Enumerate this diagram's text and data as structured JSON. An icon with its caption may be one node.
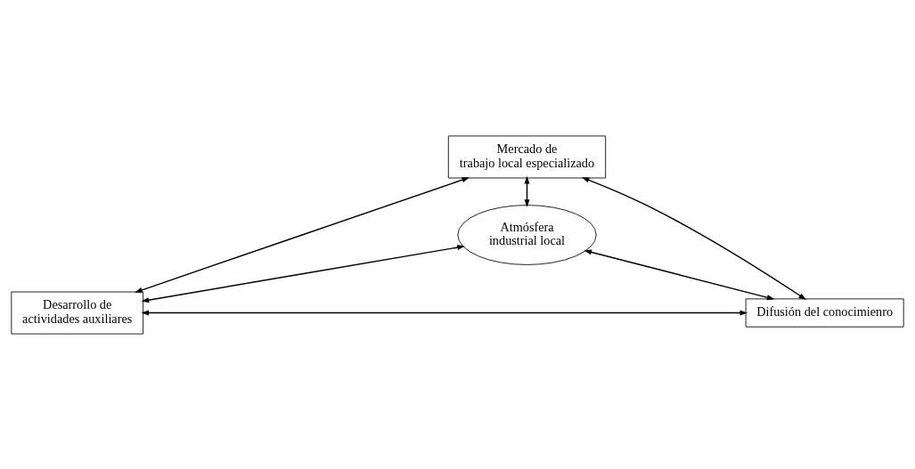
{
  "diagram": {
    "nodes": [
      {
        "text": [
          "Mercado de trabajo local especializado"
        ]
      },
      {
        "text": [
          "Atmósfera industrial local"
        ]
      },
      {
        "text": [
          "Desarrollo de actividades auxiliares"
        ]
      },
      {
        "text": [
          "Difusión del conocimienro"
        ]
      }
    ],
    "edges": [
      {
        "from": 0,
        "to": 2,
        "arrow": "both"
      },
      {
        "from": 0,
        "to": 1,
        "arrow": "both"
      },
      {
        "from": 0,
        "to": 3,
        "arrow": "both"
      },
      {
        "from": 1,
        "to": 2,
        "arrow": "both"
      },
      {
        "from": 1,
        "to": 3,
        "arrow": "both"
      },
      {
        "from": 2,
        "to": 3,
        "arrow": "both"
      }
    ]
  }
}
